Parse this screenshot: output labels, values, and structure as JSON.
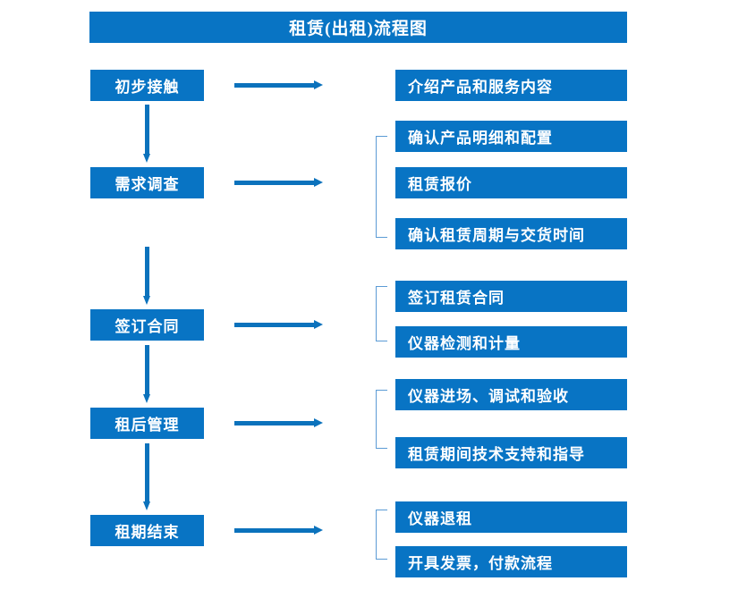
{
  "title": "租赁(出租)流程图",
  "colors": {
    "primary": "#0874C4",
    "arrow": "#0B72BC",
    "bracket": "#5B9BD5",
    "text_on_primary": "#FFFFFF",
    "background": "#FFFFFF"
  },
  "stages": [
    {
      "label": "初步接触"
    },
    {
      "label": "需求调查"
    },
    {
      "label": "签订合同"
    },
    {
      "label": "租后管理"
    },
    {
      "label": "租期结束"
    }
  ],
  "details": [
    {
      "label": "介绍产品和服务内容"
    },
    {
      "label": "确认产品明细和配置"
    },
    {
      "label": "租赁报价"
    },
    {
      "label": "确认租赁周期与交货时间"
    },
    {
      "label": "签订租赁合同"
    },
    {
      "label": "仪器检测和计量"
    },
    {
      "label": "仪器进场、调试和验收"
    },
    {
      "label": "租赁期间技术支持和指导"
    },
    {
      "label": "仪器退租"
    },
    {
      "label": "开具发票，付款流程"
    }
  ]
}
